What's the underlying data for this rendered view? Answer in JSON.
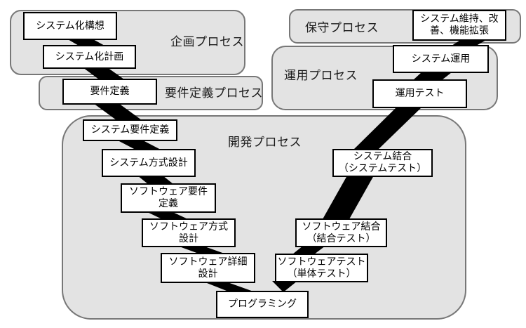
{
  "colors": {
    "group_fill": "#e3e3e3",
    "group_border": "#777777",
    "node_fill": "#ffffff",
    "node_border": "#000000",
    "connector": "#000000",
    "text": "#000000"
  },
  "groups": {
    "planning": {
      "label": "企画プロセス"
    },
    "requirements": {
      "label": "要件定義プロセス"
    },
    "development": {
      "label": "開発プロセス"
    },
    "operation": {
      "label": "運用プロセス"
    },
    "maintenance": {
      "label": "保守プロセス"
    }
  },
  "nodes": {
    "system_concept": "システム化構想",
    "system_plan": "システム化計画",
    "requirements_definition": "要件定義",
    "system_requirements": "システム要件定義",
    "system_design": "システム方式設計",
    "software_requirements": "ソフトウェア要件\n定義",
    "software_design": "ソフトウェア方式\n設計",
    "software_detail_design": "ソフトウェア詳細\n設計",
    "programming": "プログラミング",
    "software_test": "ソフトウェアテスト\n（単体テスト）",
    "software_integration": "ソフトウェア結合\n（結合テスト）",
    "system_integration": "システム結合\n（システムテスト）",
    "operation_test": "運用テスト",
    "system_operation": "システム運用",
    "system_maintenance": "システム維持、改\n善、機能拡張"
  },
  "flow": [
    {
      "from": "system_concept",
      "to": "system_plan"
    },
    {
      "from": "system_plan",
      "to": "requirements_definition"
    },
    {
      "from": "requirements_definition",
      "to": "system_requirements"
    },
    {
      "from": "system_requirements",
      "to": "system_design"
    },
    {
      "from": "system_design",
      "to": "software_requirements"
    },
    {
      "from": "software_requirements",
      "to": "software_design"
    },
    {
      "from": "software_design",
      "to": "software_detail_design"
    },
    {
      "from": "software_detail_design",
      "to": "programming"
    },
    {
      "from": "programming",
      "to": "software_test"
    },
    {
      "from": "software_test",
      "to": "software_integration"
    },
    {
      "from": "software_integration",
      "to": "system_integration"
    },
    {
      "from": "system_integration",
      "to": "operation_test"
    },
    {
      "from": "operation_test",
      "to": "system_operation"
    },
    {
      "from": "system_operation",
      "to": "system_maintenance"
    }
  ]
}
